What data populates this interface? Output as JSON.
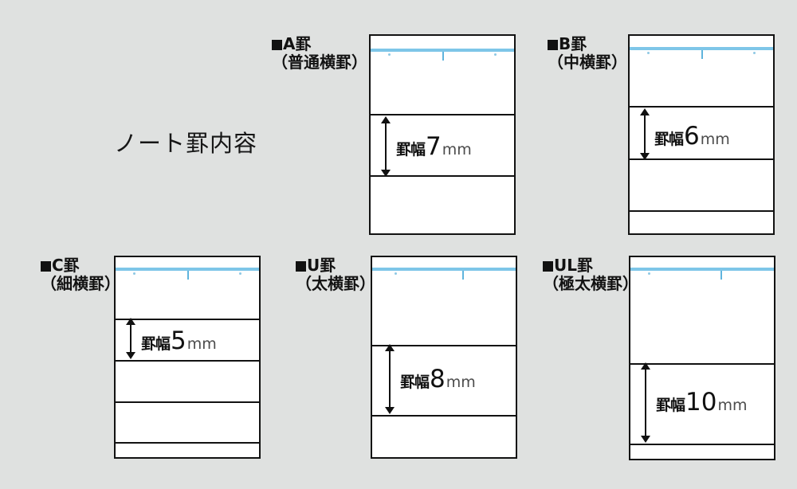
{
  "page": {
    "title": "ノート罫内容",
    "background_color": "#dfe1e0",
    "rule_color": "#121212",
    "blue_margin_color": "#7ec6e8",
    "unit_suffix": "mm",
    "width_prefix": "罫幅"
  },
  "samples": [
    {
      "id": "a-kei",
      "marker": "black-square",
      "name": "A罫",
      "subtitle": "（普通横罫）",
      "width_label_prefix": "罫幅",
      "width_value": "7",
      "width_unit": "mm",
      "spacing_mm": 7
    },
    {
      "id": "b-kei",
      "marker": "black-square",
      "name": "B罫",
      "subtitle": "（中横罫）",
      "width_label_prefix": "罫幅",
      "width_value": "6",
      "width_unit": "mm",
      "spacing_mm": 6
    },
    {
      "id": "c-kei",
      "marker": "black-square",
      "name": "C罫",
      "subtitle": "（細横罫）",
      "width_label_prefix": "罫幅",
      "width_value": "5",
      "width_unit": "mm",
      "spacing_mm": 5
    },
    {
      "id": "u-kei",
      "marker": "black-square",
      "name": "U罫",
      "subtitle": "（太横罫）",
      "width_label_prefix": "罫幅",
      "width_value": "8",
      "width_unit": "mm",
      "spacing_mm": 8
    },
    {
      "id": "ul-kei",
      "marker": "black-square",
      "name": "UL罫",
      "subtitle": "（極太横罫）",
      "width_label_prefix": "罫幅",
      "width_value": "10",
      "width_unit": "mm",
      "spacing_mm": 10
    }
  ]
}
